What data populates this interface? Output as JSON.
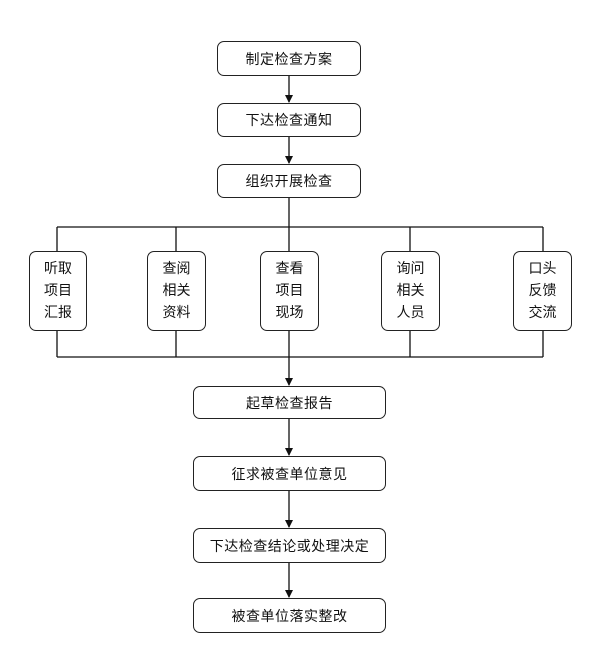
{
  "steps": {
    "plan": "制定检查方案",
    "notify": "下达检查通知",
    "organize": "组织开展检查",
    "draft": "起草检查报告",
    "solicit": "征求被查单位意见",
    "decision": "下达检查结论或处理决定",
    "rectify": "被查单位落实整改"
  },
  "activities": [
    {
      "lines": [
        "听取",
        "项目",
        "汇报"
      ]
    },
    {
      "lines": [
        "查阅",
        "相关",
        "资料"
      ]
    },
    {
      "lines": [
        "查看",
        "项目",
        "现场"
      ]
    },
    {
      "lines": [
        "询问",
        "相关",
        "人员"
      ]
    },
    {
      "lines": [
        "口头",
        "反馈",
        "交流"
      ]
    }
  ]
}
